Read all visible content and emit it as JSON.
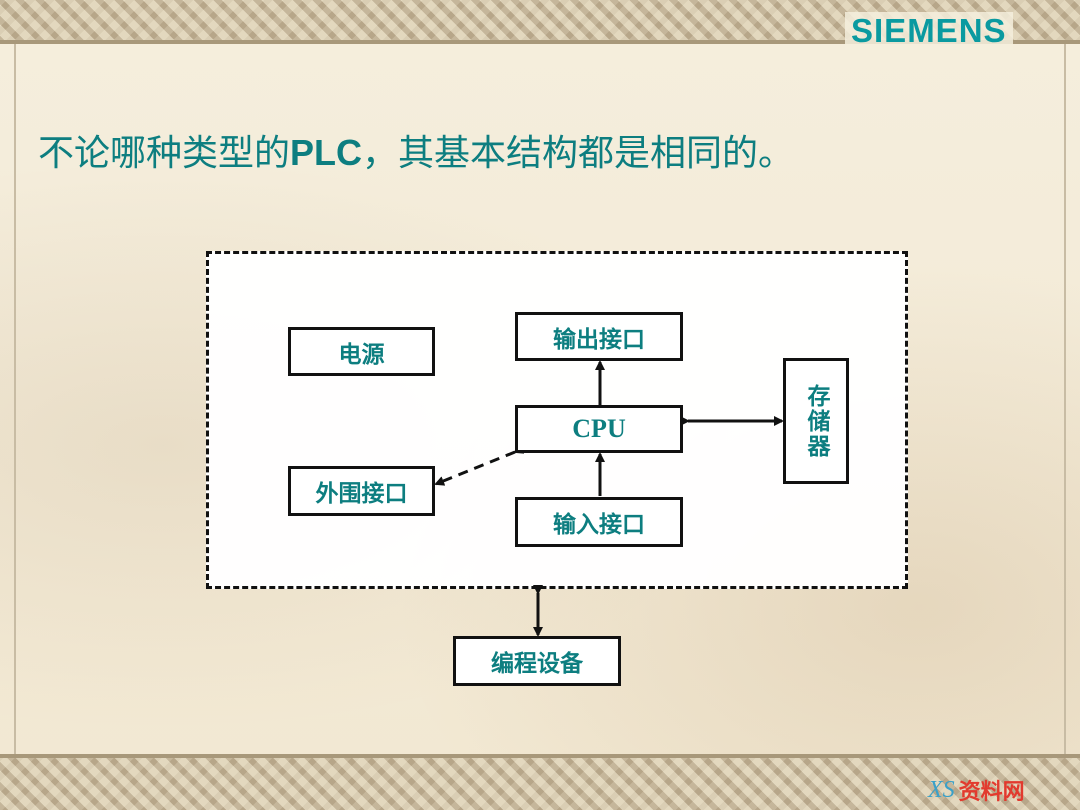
{
  "slide": {
    "brand": "SIEMENS",
    "title_cn_1": "不论哪种类型的",
    "title_latin": "PLC",
    "title_cn_2": "，其基本结构都是相同的。"
  },
  "diagram": {
    "power": "电源",
    "output_interface": "输出接口",
    "cpu": "CPU",
    "peripheral_interface": "外围接口",
    "input_interface": "输入接口",
    "memory": "存储器",
    "programming_device": "编程设备"
  },
  "watermark": {
    "mark": "XS",
    "text": "资料网"
  },
  "colors": {
    "accent": "#0d7e80",
    "brand": "#0a9aa0",
    "watermark_red": "#e23a2e"
  }
}
